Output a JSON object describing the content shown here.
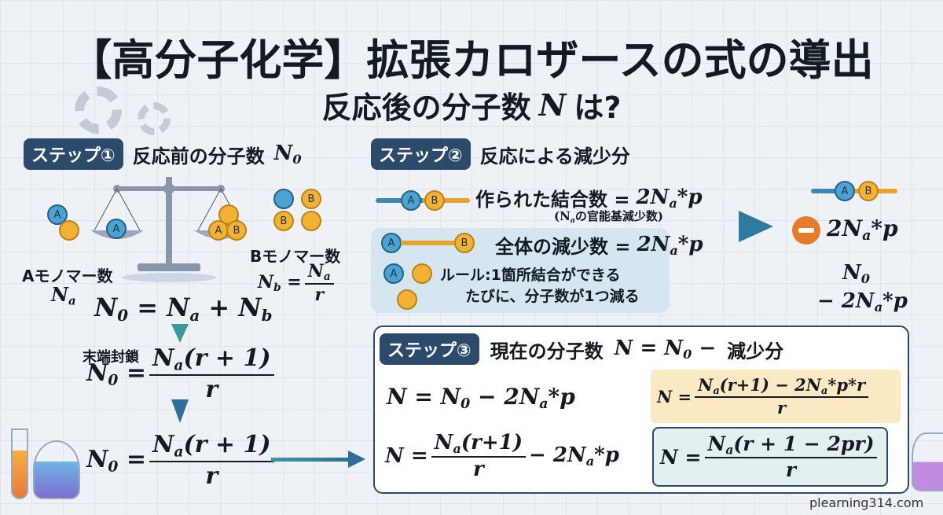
{
  "title": {
    "line1": "【高分子化学】拡張カロザースの式の導出",
    "line2_text": "反応後の分子数",
    "line2_var": "N",
    "line2_end": "は?"
  },
  "step1": {
    "badge": "ステップ①",
    "title": "反応前の分子数",
    "title_var": "N_{0}",
    "a_label": "Aモノマー数",
    "a_var": "N_{a}",
    "b_label": "Bモノマー数",
    "b_lhs": "N_{b} =",
    "b_num": "N_{a}",
    "b_den": "r",
    "eq1": "N_{0} = N_{a} + N_{b}",
    "cap_label": "末端封鎖",
    "eq2_lhs": "N_{0} =",
    "eq2_num": "N_{a}(r + 1)",
    "eq2_den": "r",
    "eq3_lhs": "N_{0} =",
    "eq3_num": "N_{a}(r + 1)",
    "eq3_den": "r",
    "ball_a": "A",
    "ball_b": "B"
  },
  "step2": {
    "badge": "ステップ②",
    "title": "反応による減少分",
    "bonds_label": "作られた結合数 =",
    "bonds_eq": "2N_{a}*p",
    "bonds_note": "(N_{a}の官能基減少数)",
    "total_label": "全体の減少数 =",
    "total_eq": "2N_{a}*p",
    "rule_line1": "ルール:1箇所結合ができる",
    "rule_line2": "たびに、分子数が1つ減る",
    "result_minus": "2N_{a}*p",
    "result_n0": "N_{0}",
    "result_sub": "− 2N_{a}*p"
  },
  "step3": {
    "badge": "ステップ③",
    "title": "現在の分子数",
    "title_eq": "N = N_{0} −",
    "title_end": "減少分",
    "row1": "N = N_{0} − 2N_{a}*p",
    "box1_lhs": "N =",
    "box1_num": "N_{a}(r+1) − 2N_{a}*p*r",
    "box1_den": "r",
    "row2_lhs": "N =",
    "row2_num": "N_{a}(r+1)",
    "row2_den": "r",
    "row2_rest": "− 2N_{a}*p",
    "box2_lhs": "N =",
    "box2_num": "N_{a}(r + 1 − 2pr)",
    "box2_den": "r"
  },
  "watermark": "plearning314.com",
  "colors": {
    "badge": "#2c4a6b",
    "accent_teal": "#3a9a9a",
    "orange": "#e57c2c",
    "yellow_box": "#fbe9c4",
    "teal_box": "#e3f0f0"
  }
}
